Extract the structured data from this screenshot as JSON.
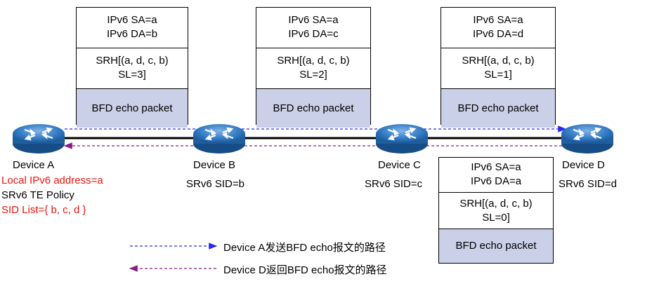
{
  "packets": [
    {
      "sa": "IPv6 SA=a",
      "da": "IPv6 DA=b",
      "srh_line1": "SRH[(a, d, c, b)",
      "srh_line2": "SL=3]",
      "payload": "BFD echo packet"
    },
    {
      "sa": "IPv6 SA=a",
      "da": "IPv6 DA=c",
      "srh_line1": "SRH[(a, d, c, b)",
      "srh_line2": "SL=2]",
      "payload": "BFD echo packet"
    },
    {
      "sa": "IPv6 SA=a",
      "da": "IPv6 DA=d",
      "srh_line1": "SRH[(a, d, c, b)",
      "srh_line2": "SL=1]",
      "payload": "BFD echo packet"
    },
    {
      "sa": "IPv6 SA=a",
      "da": "IPv6 DA=a",
      "srh_line1": "SRH[(a, d, c, b)",
      "srh_line2": "SL=0]",
      "payload": "BFD echo packet"
    }
  ],
  "devices": [
    {
      "name": "Device A",
      "lines": [
        "Local IPv6 address=a",
        "SRv6 TE Policy",
        "SID List={ b, c, d }"
      ]
    },
    {
      "name": "Device B",
      "lines": [
        "SRv6 SID=b"
      ]
    },
    {
      "name": "Device C",
      "lines": [
        "SRv6 SID=c"
      ]
    },
    {
      "name": "Device D",
      "lines": [
        "SRv6 SID=d"
      ]
    }
  ],
  "legend": {
    "forward": "Device A发送BFD echo报文的路径",
    "return": "Device D返回BFD echo报文的路径"
  },
  "colors": {
    "forward_path": "#2a2af0",
    "return_path": "#8a1a8a",
    "highlight_text": "#e8160f",
    "payload_fill": "#c9d0e8",
    "router_body": "#1f5f9e"
  }
}
